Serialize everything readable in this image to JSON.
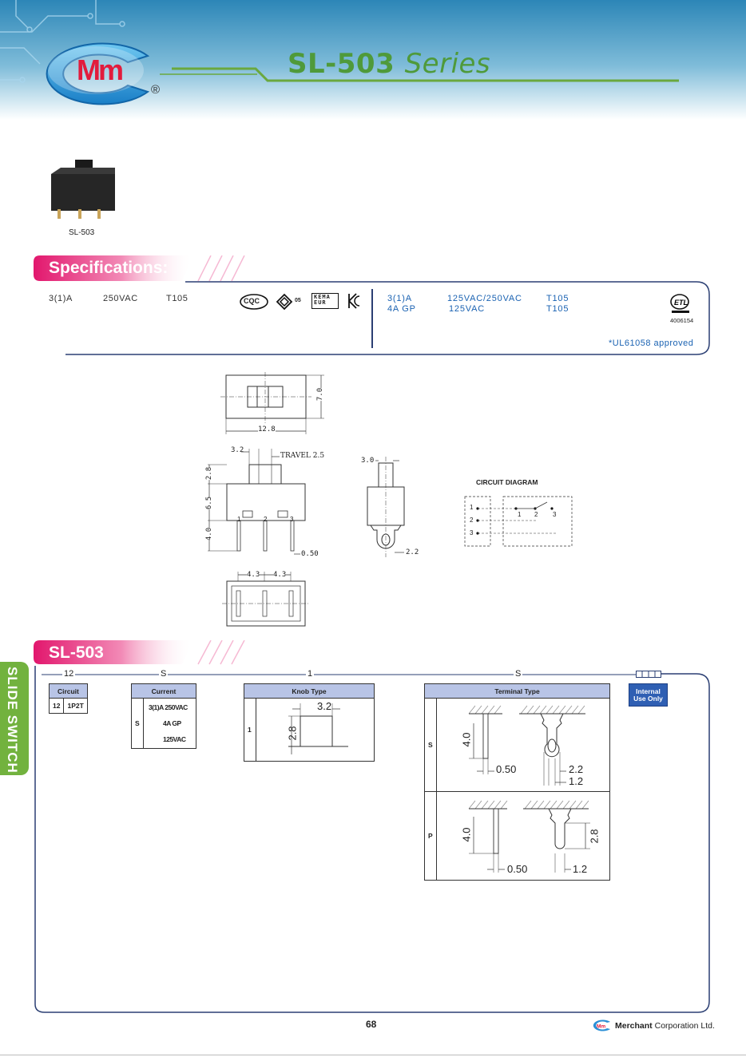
{
  "header": {
    "logo_text": "Mm",
    "registered_mark": "®",
    "series_model": "SL-503",
    "series_word": "Series"
  },
  "product": {
    "caption": "SL-503"
  },
  "specifications": {
    "title": "Specifications:",
    "left": {
      "rating": "3(1)A",
      "voltage": "250VAC",
      "temp": "T105"
    },
    "certs": [
      "CQC",
      "05",
      "KEMA EUR"
    ],
    "right_rows": [
      {
        "rating": "3(1)A",
        "voltage": "125VAC/250VAC",
        "temp": "T105"
      },
      {
        "rating": "4A GP",
        "voltage": "125VAC",
        "temp": "T105"
      }
    ],
    "etl_number": "4006154",
    "ul_note": "*UL61058 approved"
  },
  "drawings": {
    "top_width": "12.8",
    "top_height": "7.0",
    "pin_pitch_label": "3.2",
    "travel": "TRAVEL 2.5",
    "dim_28": "2.8",
    "dim_65": "6.5",
    "dim_40": "4.0",
    "pin_nums": [
      "1",
      "2",
      "3"
    ],
    "pin_width": "0.50",
    "side_30": "3.0",
    "side_22": "2.2",
    "bottom_43a": "4.3",
    "bottom_43b": "4.3"
  },
  "circuit": {
    "title": "CIRCUIT DIAGRAM",
    "left_nums": [
      "1",
      "2",
      "3"
    ],
    "right_nums": [
      "1",
      "2",
      "3"
    ]
  },
  "ordering": {
    "title": "SL-503",
    "codes": [
      "12",
      "S",
      "1",
      "S"
    ],
    "circuit_table": {
      "header": "Circuit",
      "code": "12",
      "value": "1P2T"
    },
    "current_table": {
      "header": "Current",
      "code": "S",
      "values": [
        "3(1)A 250VAC",
        "4A GP 125VAC"
      ]
    },
    "knob_table": {
      "header": "Knob Type",
      "code": "1",
      "dim_w": "3.2",
      "dim_h": "2.8"
    },
    "terminal_table": {
      "header": "Terminal Type",
      "rows": [
        {
          "code": "S",
          "dims": {
            "len": "4.0",
            "width": "0.50",
            "eye": "2.2",
            "base": "1.2"
          }
        },
        {
          "code": "P",
          "dims": {
            "len": "4.0",
            "width": "0.50",
            "h": "2.8",
            "base": "1.2"
          }
        }
      ]
    },
    "internal_label_1": "Internal",
    "internal_label_2": "Use Only"
  },
  "side_tab": "SLIDE SWITCH",
  "footer": {
    "page": "68",
    "company": "Merchant Corporation Ltd.",
    "company_bold": "Merchant",
    "company_rest": " Corporation Ltd."
  },
  "colors": {
    "header_blue": "#3d97c4",
    "accent_pink": "#e2176d",
    "accent_green": "#72b23e",
    "navy_frame": "#2b3f73",
    "table_header": "#b8c4e6"
  }
}
